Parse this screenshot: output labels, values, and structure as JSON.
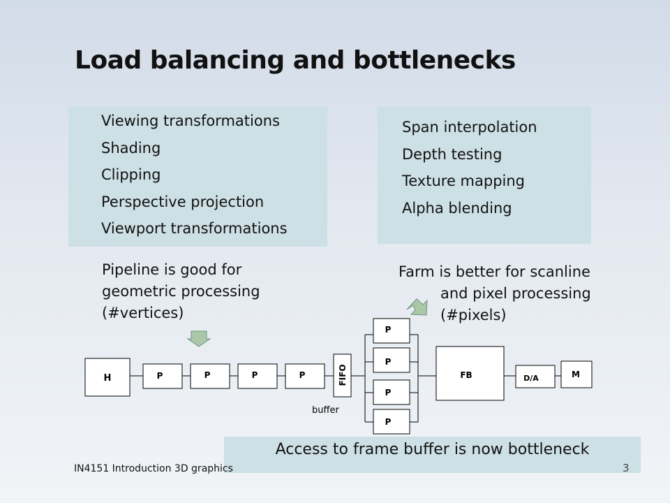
{
  "title": "Load balancing and bottlenecks",
  "left_panel": {
    "items": [
      "Viewing transformations",
      "Shading",
      "Clipping",
      "Perspective projection",
      "Viewport transformations"
    ]
  },
  "right_panel": {
    "items": [
      "Span interpolation",
      "Depth testing",
      "Texture mapping",
      "Alpha blending"
    ]
  },
  "pipeline_note": {
    "line1": "Pipeline is good for",
    "line2": "geometric processing",
    "line3": "(#vertices)"
  },
  "farm_note": {
    "line1": "Farm is better for scanline",
    "line2": "and pixel processing",
    "line3": "(#pixels)"
  },
  "diagram": {
    "host_label": "H",
    "pipeline_stage_labels": [
      "P",
      "P",
      "P",
      "P"
    ],
    "fifo_label": "FIFO",
    "buffer_label": "buffer",
    "farm_stage_labels": [
      "P",
      "P",
      "P",
      "P"
    ],
    "framebuffer_label": "FB",
    "dac_label": "D/A",
    "monitor_label": "M",
    "arrow_color": "#a9c8a7",
    "panel_color": "#cde0e5"
  },
  "bottleneck_note": "Access to frame buffer is now bottleneck",
  "footer": {
    "course": "IN4151  Introduction 3D graphics",
    "slide_number": "3"
  }
}
